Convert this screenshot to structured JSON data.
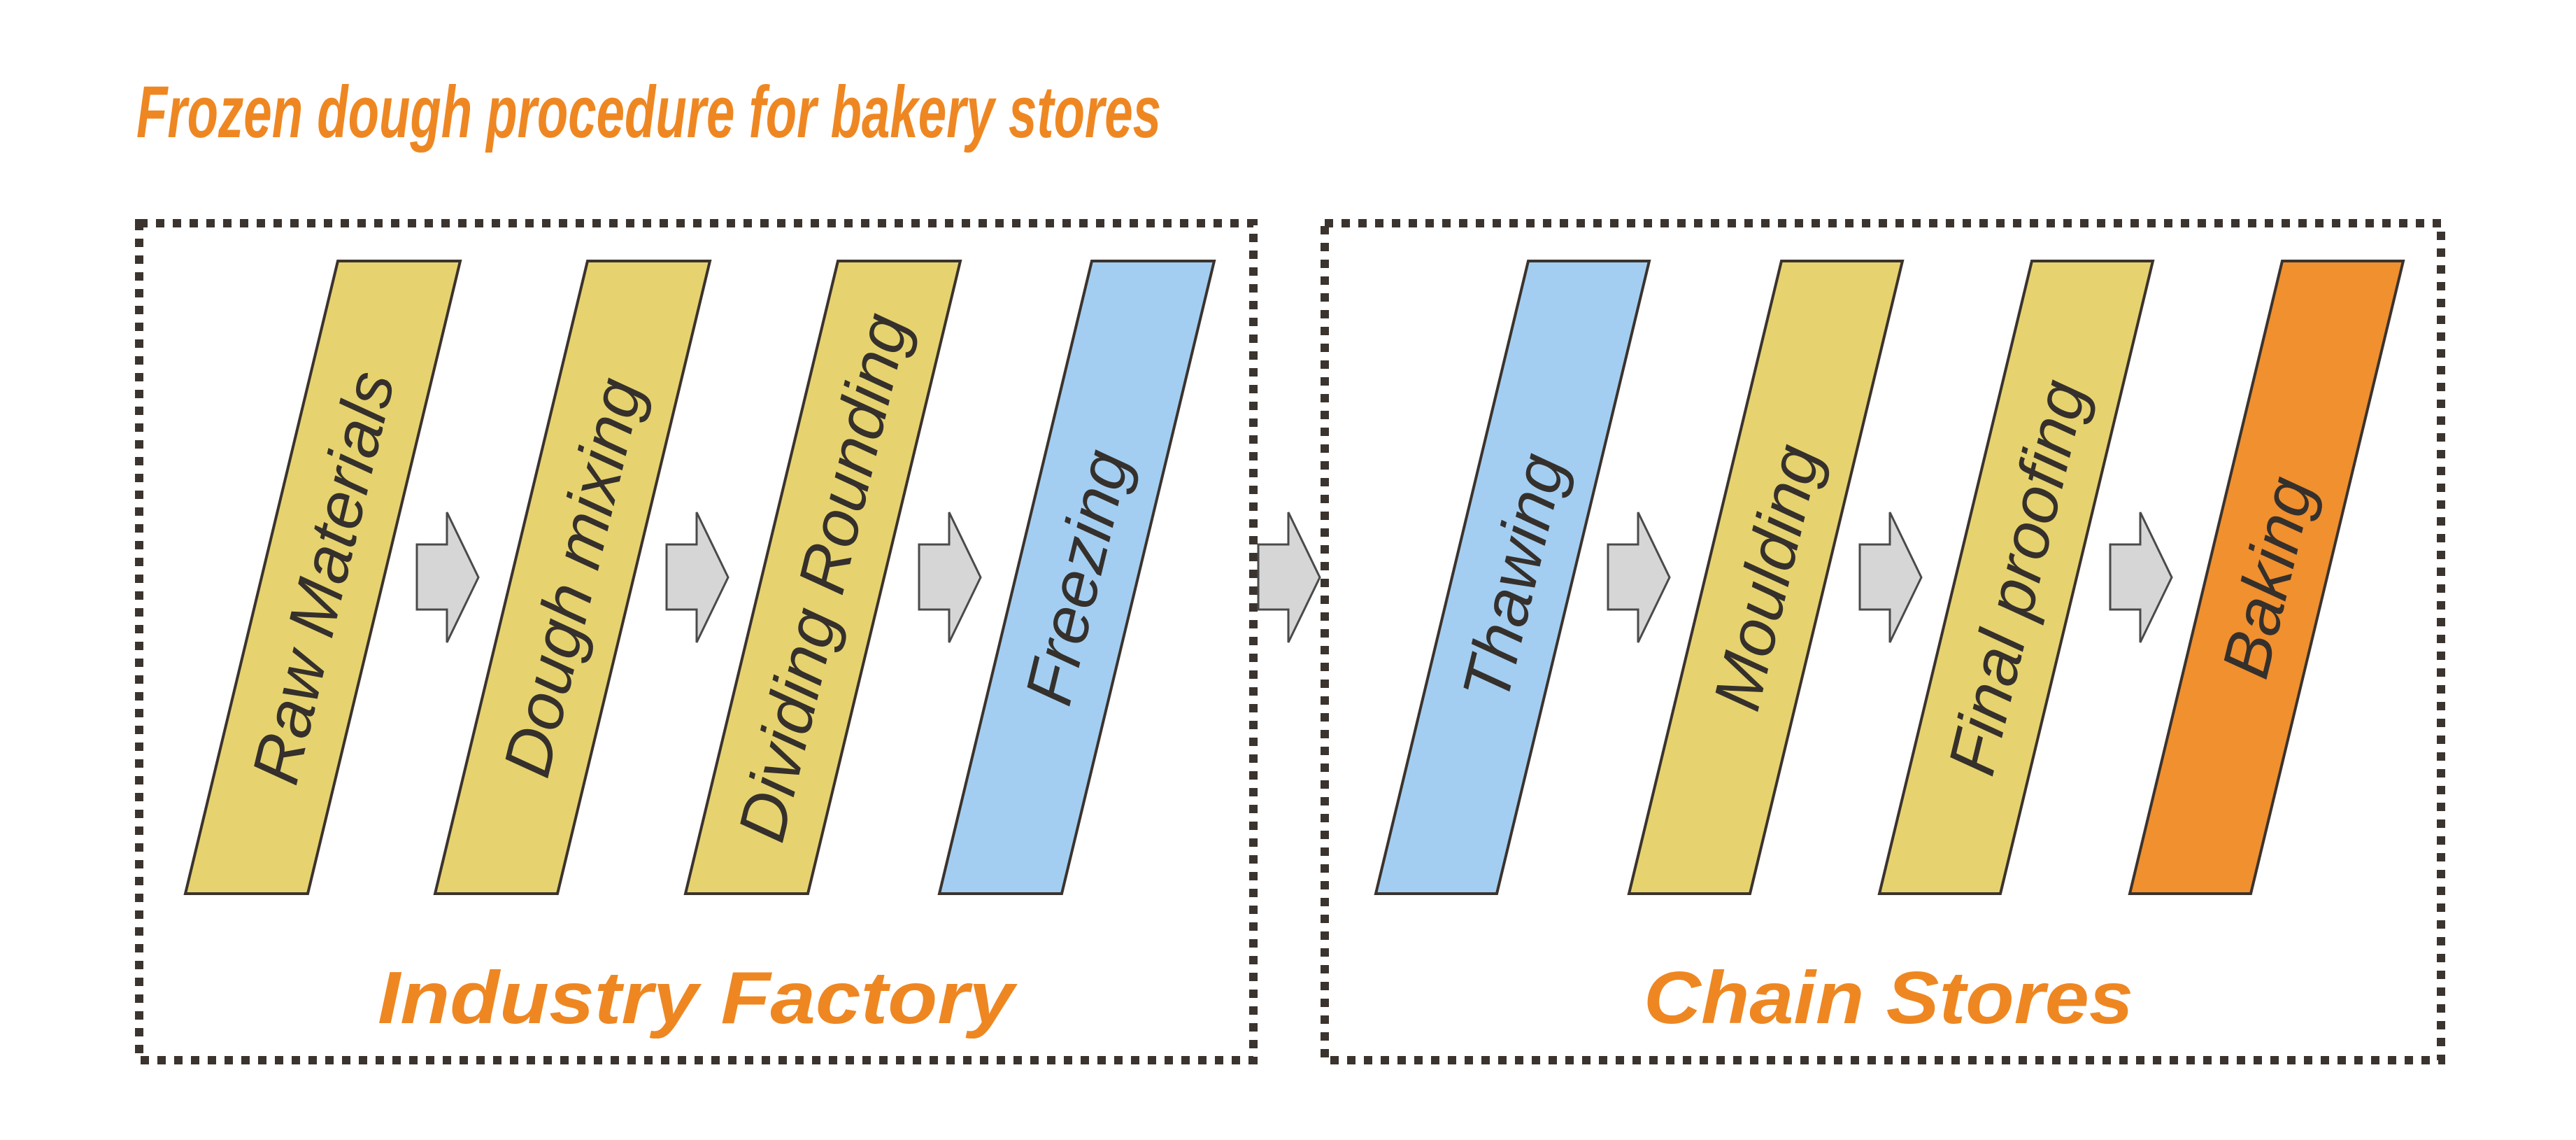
{
  "title": "Frozen dough procedure for bakery stores",
  "groups": [
    {
      "label": "Industry Factory",
      "steps": [
        {
          "label": "Raw Materials",
          "fill": "#E6D36F"
        },
        {
          "label": "Dough mixing",
          "fill": "#E6D36F"
        },
        {
          "label": "Dividing Rounding",
          "fill": "#E6D36F"
        },
        {
          "label": "Freezing",
          "fill": "#A3CEF1"
        }
      ]
    },
    {
      "label": "Chain Stores",
      "steps": [
        {
          "label": "Thawing",
          "fill": "#A3CEF1"
        },
        {
          "label": "Moulding",
          "fill": "#E6D36F"
        },
        {
          "label": "Final proofing",
          "fill": "#E6D36F"
        },
        {
          "label": "Baking",
          "fill": "#F0902F"
        }
      ]
    }
  ],
  "colors": {
    "accent_orange": "#EE8722",
    "step_yellow": "#E6D36F",
    "step_blue": "#A3CEF1",
    "step_orange": "#F0902F",
    "outline": "#3B332E",
    "arrow_fill": "#D6D6D6",
    "text_dark": "#35302C"
  }
}
